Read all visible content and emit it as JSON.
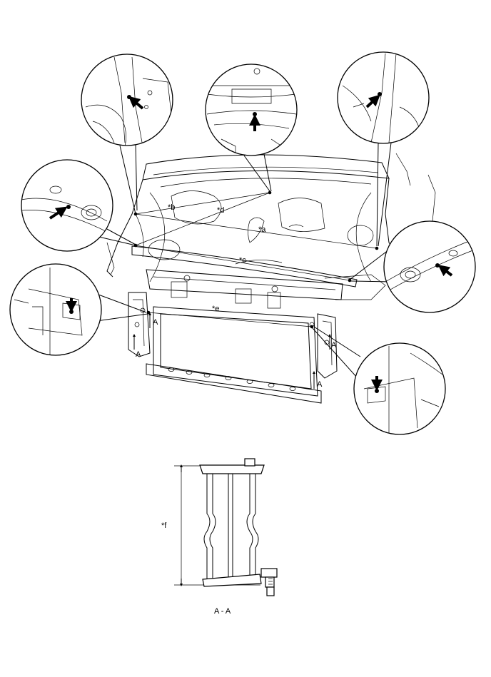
{
  "callouts": {
    "a": "*a",
    "b": "*b",
    "c": "*c",
    "d": "*d",
    "e": "*e",
    "f": "*f"
  },
  "section_labels": {
    "a1": "A",
    "a2": "A",
    "a3": "A",
    "a4": "A"
  },
  "section_title": "A - A",
  "icons": [
    "arrow-icon",
    "bolt-marker-icon"
  ]
}
